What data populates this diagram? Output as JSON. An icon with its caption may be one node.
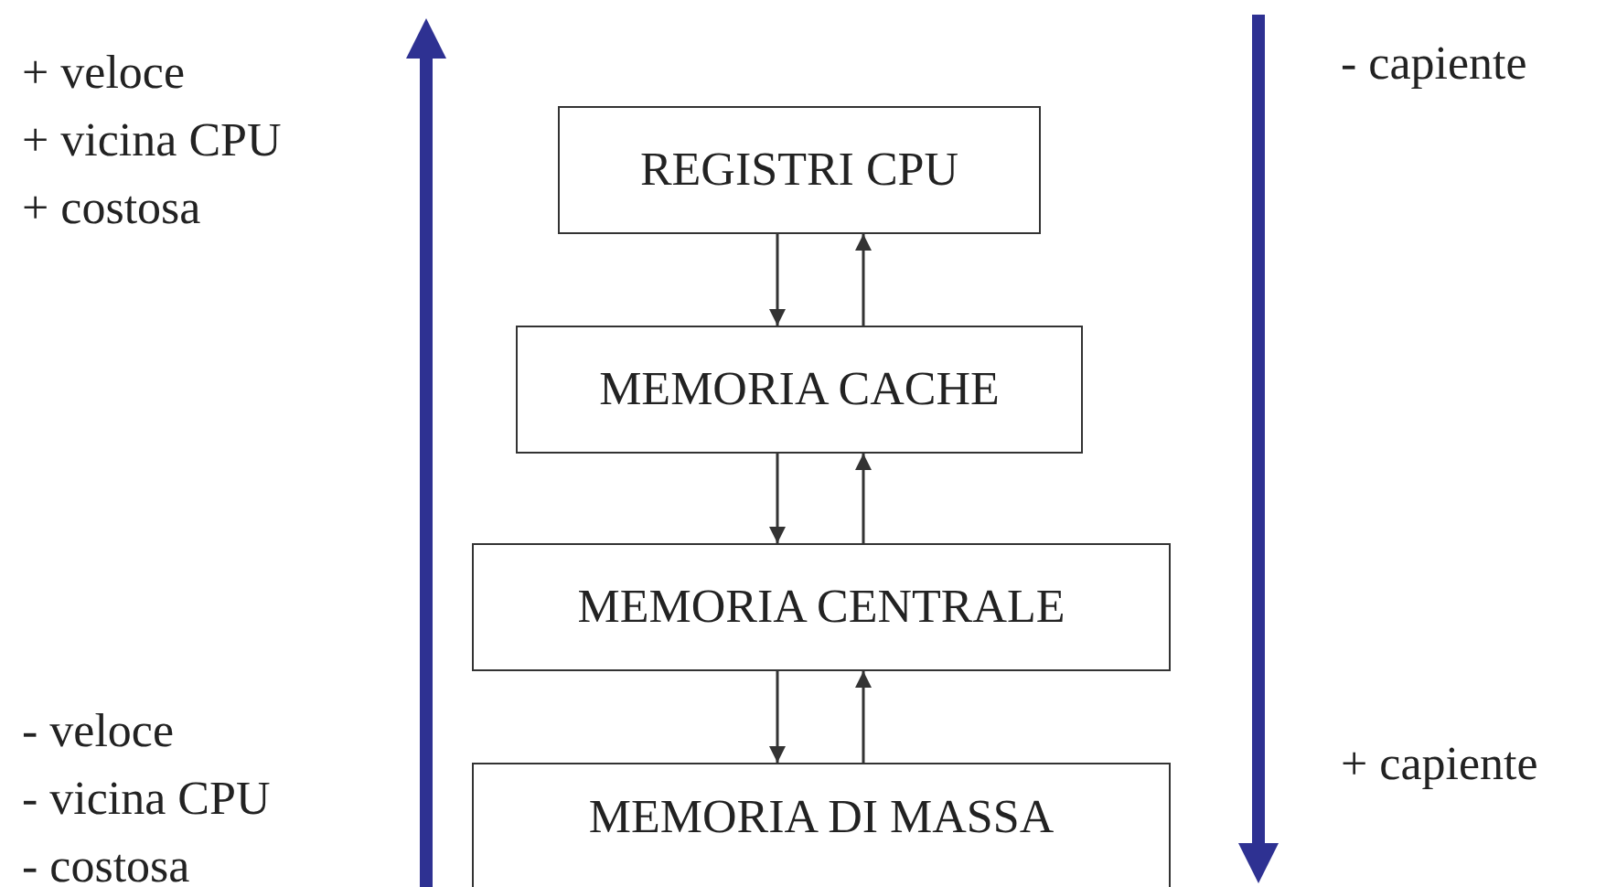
{
  "diagram": {
    "nodes": [
      {
        "text": [
          "REGISTRI CPU"
        ]
      },
      {
        "text": [
          "MEMORIA CACHE"
        ]
      },
      {
        "text": [
          "MEMORIA CENTRALE"
        ]
      },
      {
        "text": [
          "MEMORIA DI MASSA"
        ]
      }
    ],
    "edges": [
      {
        "from": 0,
        "to": 1,
        "arrow": "to"
      },
      {
        "from": 1,
        "to": 0,
        "arrow": "to"
      },
      {
        "from": 1,
        "to": 2,
        "arrow": "to"
      },
      {
        "from": 2,
        "to": 1,
        "arrow": "to"
      },
      {
        "from": 2,
        "to": 3,
        "arrow": "to"
      },
      {
        "from": 3,
        "to": 2,
        "arrow": "to"
      }
    ],
    "labels": [
      "+ veloce",
      "+ vicina CPU",
      "+ costosa",
      "- capiente",
      "- veloce",
      "- vicina CPU",
      "- costosa",
      "+ capiente"
    ]
  }
}
